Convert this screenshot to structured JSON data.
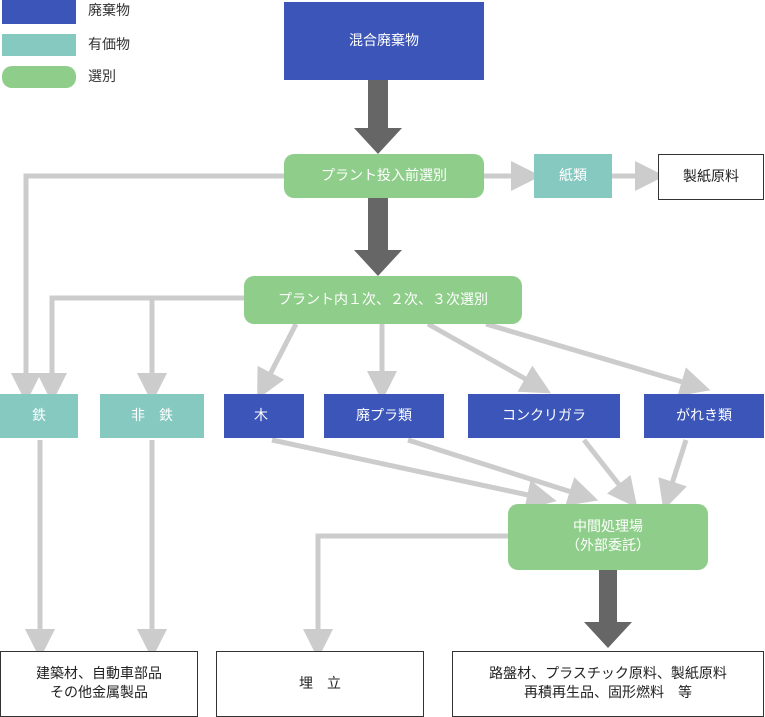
{
  "colors": {
    "waste": "#3b55b8",
    "valuable": "#86c9c0",
    "sorting": "#8fce8a",
    "flow_major": "#666666",
    "flow_minor": "#cccccc"
  },
  "legend": {
    "waste": "廃棄物",
    "valuable": "有価物",
    "sorting": "選別"
  },
  "nodes": {
    "mixed_waste": "混合廃棄物",
    "pre_sorting": "プラント投入前選別",
    "paper": "紙類",
    "paper_material": "製紙原料",
    "plant_sorting": "プラント内１次、２次、３次選別",
    "iron": "鉄",
    "nonferrous": "非　鉄",
    "wood": "木",
    "waste_plastic": "廃プラ類",
    "concrete": "コンクリガラ",
    "rubble": "がれき類",
    "intermediate_line1": "中間処理場",
    "intermediate_line2": "（外部委託）",
    "metal_products_line1": "建築材、自動車部品",
    "metal_products_line2": "その他金属製品",
    "landfill": "埋　立",
    "recycled_line1": "路盤材、プラスチック原料、製紙原料",
    "recycled_line2": "再積再生品、固形燃料　等"
  }
}
